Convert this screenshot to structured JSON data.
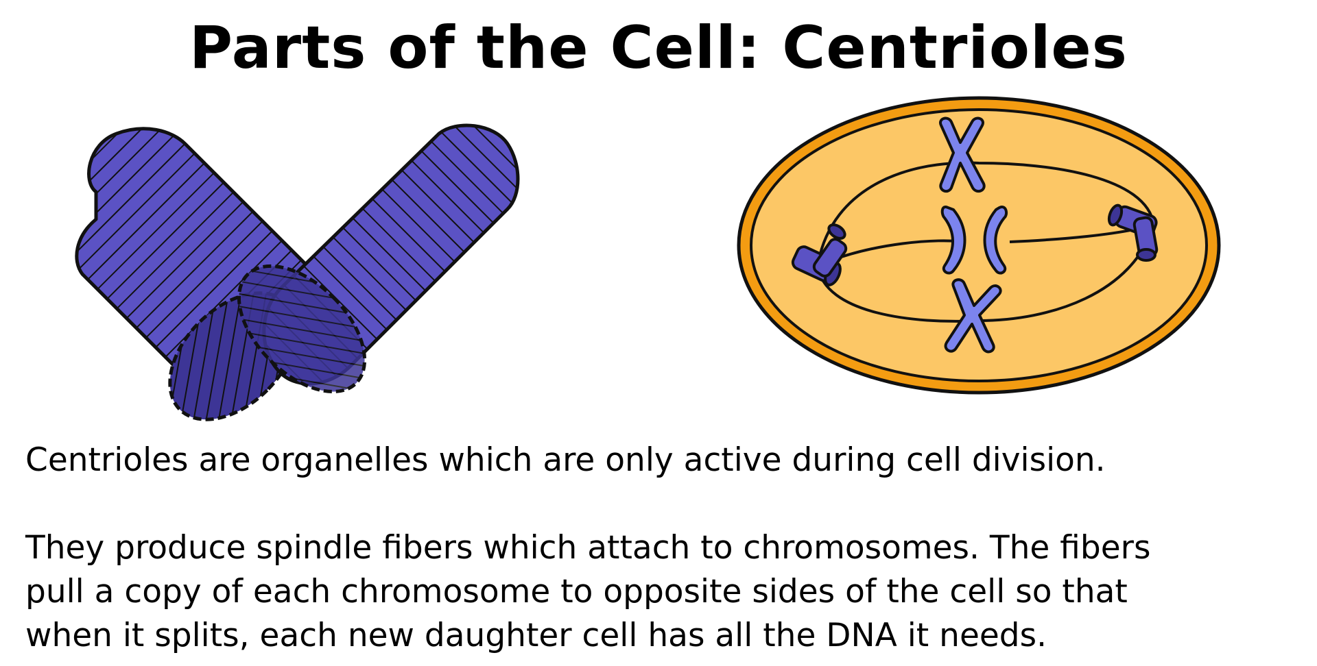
{
  "title": "Parts of the Cell: Centrioles",
  "colors": {
    "centriole_fill": "#5b52c4",
    "centriole_dark": "#3d3596",
    "cell_membrane": "#f39c12",
    "cytoplasm": "#fcc766",
    "chromosome": "#7c84ee",
    "outline": "#111111"
  },
  "figures": {
    "left": "centriole-pair",
    "right": "dividing-cell-with-spindle"
  },
  "paragraphs": [
    {
      "lines": [
        "Centrioles are organelles which are only active during cell division."
      ]
    },
    {
      "lines": [
        "They produce spindle fibers which attach to chromosomes. The fibers",
        "pull a copy of each chromosome to opposite sides of the cell so that",
        "when it splits, each new daughter cell has all the DNA it needs."
      ]
    }
  ]
}
